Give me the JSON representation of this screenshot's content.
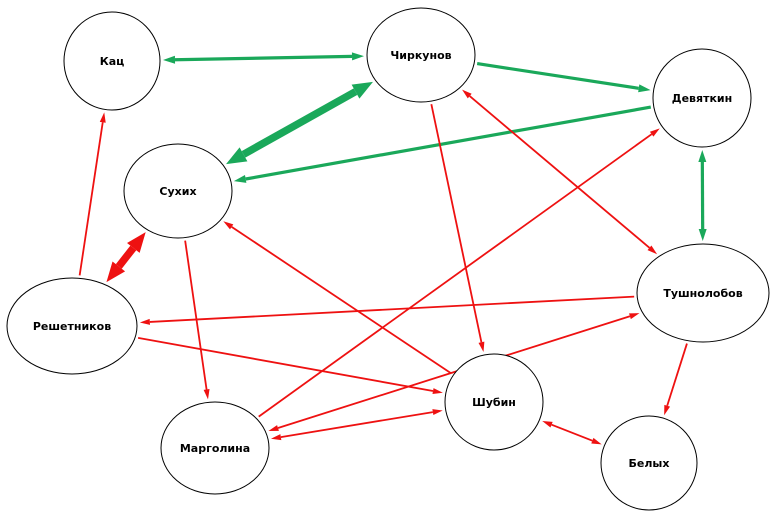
{
  "colors": {
    "positive": "#1aa85a",
    "negative": "#ee1111",
    "node_stroke": "#000000",
    "node_fill": "#ffffff"
  },
  "nodes": [
    {
      "id": "kac",
      "label": "Кац"
    },
    {
      "id": "chirk",
      "label": "Чиркунов"
    },
    {
      "id": "devyat",
      "label": "Девяткин"
    },
    {
      "id": "suhih",
      "label": "Сухих"
    },
    {
      "id": "tushn",
      "label": "Тушнолобов"
    },
    {
      "id": "resh",
      "label": "Решетников"
    },
    {
      "id": "shubin",
      "label": "Шубин"
    },
    {
      "id": "margol",
      "label": "Марголина"
    },
    {
      "id": "belyh",
      "label": "Белых"
    }
  ],
  "edges": [
    {
      "from": "kac",
      "to": "chirk",
      "color": "positive",
      "weight": "medium",
      "direction": "both"
    },
    {
      "from": "chirk",
      "to": "devyat",
      "color": "positive",
      "weight": "medium",
      "direction": "to"
    },
    {
      "from": "chirk",
      "to": "suhih",
      "color": "positive",
      "weight": "heavy",
      "direction": "both"
    },
    {
      "from": "devyat",
      "to": "suhih",
      "color": "positive",
      "weight": "medium",
      "direction": "to"
    },
    {
      "from": "devyat",
      "to": "tushn",
      "color": "positive",
      "weight": "medium",
      "direction": "both"
    },
    {
      "from": "resh",
      "to": "kac",
      "color": "negative",
      "weight": "thin",
      "direction": "to"
    },
    {
      "from": "suhih",
      "to": "resh",
      "color": "negative",
      "weight": "heavy",
      "direction": "both"
    },
    {
      "from": "suhih",
      "to": "margol",
      "color": "negative",
      "weight": "thin",
      "direction": "to"
    },
    {
      "from": "shubin",
      "to": "suhih",
      "color": "negative",
      "weight": "thin",
      "direction": "to"
    },
    {
      "from": "chirk",
      "to": "shubin",
      "color": "negative",
      "weight": "thin",
      "direction": "to"
    },
    {
      "from": "tushn",
      "to": "chirk",
      "color": "negative",
      "weight": "thin",
      "direction": "both"
    },
    {
      "from": "margol",
      "to": "devyat",
      "color": "negative",
      "weight": "thin",
      "direction": "to"
    },
    {
      "from": "tushn",
      "to": "resh",
      "color": "negative",
      "weight": "thin",
      "direction": "to"
    },
    {
      "from": "resh",
      "to": "shubin",
      "color": "negative",
      "weight": "thin",
      "direction": "to"
    },
    {
      "from": "margol",
      "to": "tushn",
      "color": "negative",
      "weight": "thin",
      "direction": "both"
    },
    {
      "from": "margol",
      "to": "shubin",
      "color": "negative",
      "weight": "thin",
      "direction": "both"
    },
    {
      "from": "shubin",
      "to": "belyh",
      "color": "negative",
      "weight": "thin",
      "direction": "both"
    },
    {
      "from": "tushn",
      "to": "belyh",
      "color": "negative",
      "weight": "thin",
      "direction": "to"
    }
  ]
}
